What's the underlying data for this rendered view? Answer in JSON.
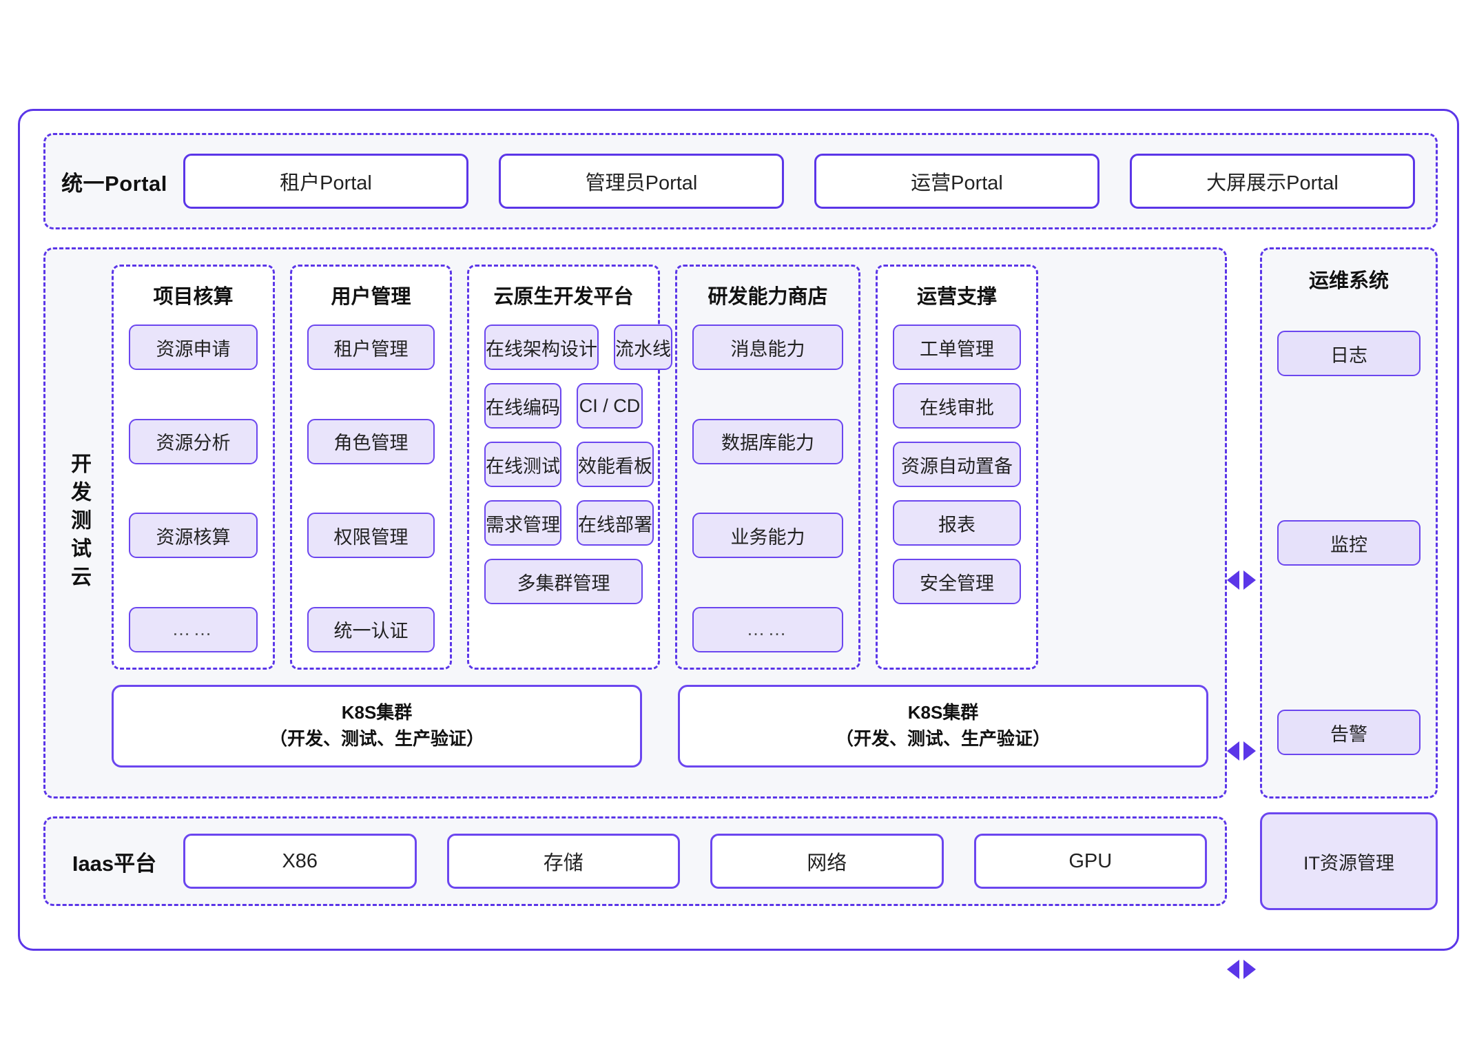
{
  "portal": {
    "label": "统一Portal",
    "items": [
      "租户Portal",
      "管理员Portal",
      "运营Portal",
      "大屏展示Portal"
    ]
  },
  "dev_test_cloud": {
    "label": "开发测试云",
    "columns": [
      {
        "title": "项目核算",
        "items": [
          "资源申请",
          "资源分析",
          "资源核算",
          "……"
        ]
      },
      {
        "title": "用户管理",
        "items": [
          "租户管理",
          "角色管理",
          "权限管理",
          "统一认证"
        ]
      },
      {
        "title": "云原生开发平台",
        "grid": [
          [
            "在线架构设计",
            "流水线"
          ],
          [
            "在线编码",
            "CI / CD"
          ],
          [
            "在线测试",
            "效能看板"
          ],
          [
            "需求管理",
            "在线部署"
          ]
        ],
        "full_item": "多集群管理"
      },
      {
        "title": "研发能力商店",
        "items": [
          "消息能力",
          "数据库能力",
          "业务能力",
          "……"
        ]
      },
      {
        "title": "运营支撑",
        "items": [
          "工单管理",
          "在线审批",
          "资源自动置备",
          "报表",
          "安全管理"
        ]
      }
    ],
    "clusters": [
      {
        "name": "K8S集群",
        "scope": "（开发、测试、生产验证）"
      },
      {
        "name": "K8S集群",
        "scope": "（开发、测试、生产验证）"
      }
    ]
  },
  "ops_system": {
    "title": "运维系统",
    "items": [
      "日志",
      "监控",
      "告警"
    ]
  },
  "iaas": {
    "label": "Iaas平台",
    "items": [
      "X86",
      "存储",
      "网络",
      "GPU"
    ],
    "it_resource": "IT资源管理"
  },
  "colors": {
    "accent": "#5b36e8",
    "chip_border": "#6b46ef",
    "chip_fill": "#e9e4fb",
    "band_bg": "#f6f7fa"
  }
}
